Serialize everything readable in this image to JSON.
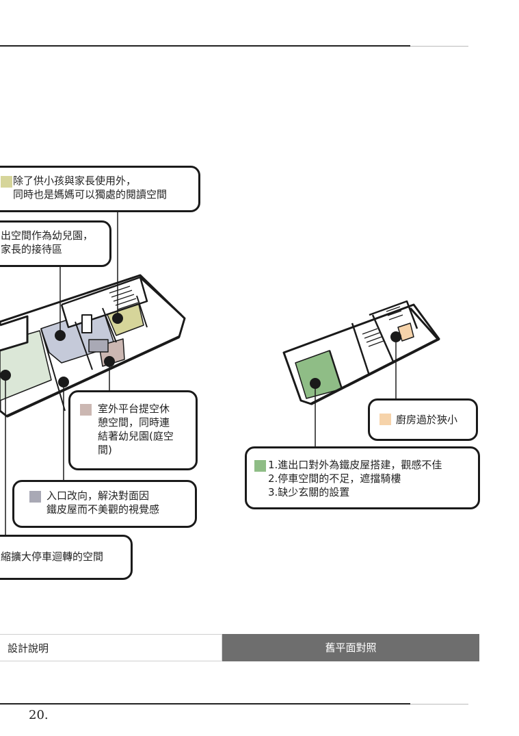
{
  "callouts": {
    "reading_space": "除了供小孩與家長使用外，\n同時也是媽媽可以獨處的閱讀空間",
    "kindergarten": "出空間作為幼兒園，\n家長的接待區",
    "terrace": "室外平台提空休\n憩空間，同時連\n結著幼兒園(庭空\n間)",
    "entrance": "入口改向，解決對面因\n鐵皮屋而不美觀的視覺感",
    "parking": "縮擴大停車迴轉的空間",
    "kitchen": "廚房過於狹小",
    "old_issues": "1.進出口對外為鐵皮屋搭建，觀感不佳\n2.停車空間的不足，遮擋騎樓\n3.缺少玄關的設置"
  },
  "colors": {
    "reading": "#d6d59a",
    "kindergarten": "#c5cad9",
    "terrace": "#cbb7b2",
    "entrance": "#a9a9b5",
    "kitchen": "#f6d3aa",
    "old_entrance": "#8fbd86",
    "parking_area": "#dbe7d7",
    "tab_right_bg": "#6e6e6e"
  },
  "tabs": {
    "left": "設計說明",
    "right": "舊平面對照"
  },
  "page_number": "20."
}
